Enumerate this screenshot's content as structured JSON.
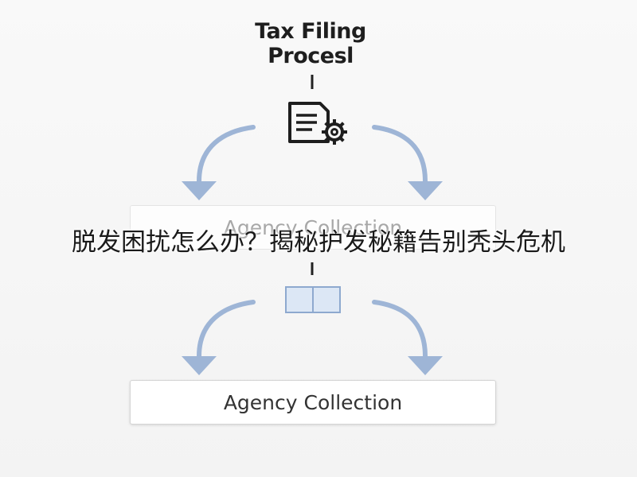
{
  "diagram": {
    "title_line1": "Tax Filing",
    "title_line2": "Procesl",
    "top_box_label": "Agency Collection",
    "bottom_box_label": "Agency Collection",
    "document_icon": "document-gear-icon",
    "split_icon": "split-box-icon",
    "colors": {
      "arrow": "#9eb5d6",
      "split_fill": "#dce7f5",
      "split_stroke": "#8ea9cf",
      "icon": "#1e1e1e"
    }
  },
  "overlay": {
    "caption": "脱发困扰怎么办？揭秘护发秘籍告别秃头危机"
  }
}
